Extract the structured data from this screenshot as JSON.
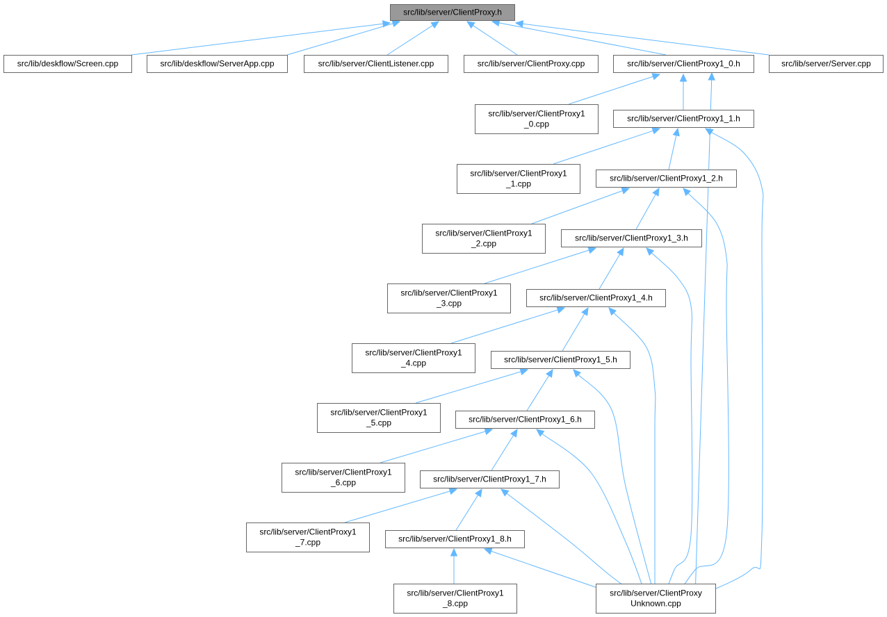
{
  "graph": {
    "nodes": [
      {
        "id": "root",
        "lines": [
          "src/lib/server/ClientProxy.h"
        ]
      },
      {
        "id": "screen_cpp",
        "lines": [
          "src/lib/deskflow/Screen.cpp"
        ]
      },
      {
        "id": "serverapp_cpp",
        "lines": [
          "src/lib/deskflow/ServerApp.cpp"
        ]
      },
      {
        "id": "clientlistener_cpp",
        "lines": [
          "src/lib/server/ClientListener.cpp"
        ]
      },
      {
        "id": "clientproxy_cpp",
        "lines": [
          "src/lib/server/ClientProxy.cpp"
        ]
      },
      {
        "id": "p1_0_h",
        "lines": [
          "src/lib/server/ClientProxy1_0.h"
        ]
      },
      {
        "id": "server_cpp",
        "lines": [
          "src/lib/server/Server.cpp"
        ]
      },
      {
        "id": "p1_0_cpp",
        "lines": [
          "src/lib/server/ClientProxy1",
          "_0.cpp"
        ]
      },
      {
        "id": "p1_1_h",
        "lines": [
          "src/lib/server/ClientProxy1_1.h"
        ]
      },
      {
        "id": "p1_1_cpp",
        "lines": [
          "src/lib/server/ClientProxy1",
          "_1.cpp"
        ]
      },
      {
        "id": "p1_2_h",
        "lines": [
          "src/lib/server/ClientProxy1_2.h"
        ]
      },
      {
        "id": "p1_2_cpp",
        "lines": [
          "src/lib/server/ClientProxy1",
          "_2.cpp"
        ]
      },
      {
        "id": "p1_3_h",
        "lines": [
          "src/lib/server/ClientProxy1_3.h"
        ]
      },
      {
        "id": "p1_3_cpp",
        "lines": [
          "src/lib/server/ClientProxy1",
          "_3.cpp"
        ]
      },
      {
        "id": "p1_4_h",
        "lines": [
          "src/lib/server/ClientProxy1_4.h"
        ]
      },
      {
        "id": "p1_4_cpp",
        "lines": [
          "src/lib/server/ClientProxy1",
          "_4.cpp"
        ]
      },
      {
        "id": "p1_5_h",
        "lines": [
          "src/lib/server/ClientProxy1_5.h"
        ]
      },
      {
        "id": "p1_5_cpp",
        "lines": [
          "src/lib/server/ClientProxy1",
          "_5.cpp"
        ]
      },
      {
        "id": "p1_6_h",
        "lines": [
          "src/lib/server/ClientProxy1_6.h"
        ]
      },
      {
        "id": "p1_6_cpp",
        "lines": [
          "src/lib/server/ClientProxy1",
          "_6.cpp"
        ]
      },
      {
        "id": "p1_7_h",
        "lines": [
          "src/lib/server/ClientProxy1_7.h"
        ]
      },
      {
        "id": "p1_7_cpp",
        "lines": [
          "src/lib/server/ClientProxy1",
          "_7.cpp"
        ]
      },
      {
        "id": "p1_8_h",
        "lines": [
          "src/lib/server/ClientProxy1_8.h"
        ]
      },
      {
        "id": "p1_8_cpp",
        "lines": [
          "src/lib/server/ClientProxy1",
          "_8.cpp"
        ]
      },
      {
        "id": "unknown_cpp",
        "lines": [
          "src/lib/server/ClientProxy",
          "Unknown.cpp"
        ]
      }
    ],
    "edges": [
      {
        "from": "screen_cpp",
        "to": "root"
      },
      {
        "from": "serverapp_cpp",
        "to": "root"
      },
      {
        "from": "clientlistener_cpp",
        "to": "root"
      },
      {
        "from": "clientproxy_cpp",
        "to": "root"
      },
      {
        "from": "p1_0_h",
        "to": "root"
      },
      {
        "from": "server_cpp",
        "to": "root"
      },
      {
        "from": "p1_0_cpp",
        "to": "p1_0_h"
      },
      {
        "from": "p1_1_h",
        "to": "p1_0_h"
      },
      {
        "from": "unknown_cpp",
        "to": "p1_0_h"
      },
      {
        "from": "p1_1_cpp",
        "to": "p1_1_h"
      },
      {
        "from": "p1_2_h",
        "to": "p1_1_h"
      },
      {
        "from": "unknown_cpp",
        "to": "p1_1_h"
      },
      {
        "from": "p1_2_cpp",
        "to": "p1_2_h"
      },
      {
        "from": "p1_3_h",
        "to": "p1_2_h"
      },
      {
        "from": "unknown_cpp",
        "to": "p1_2_h"
      },
      {
        "from": "p1_3_cpp",
        "to": "p1_3_h"
      },
      {
        "from": "p1_4_h",
        "to": "p1_3_h"
      },
      {
        "from": "unknown_cpp",
        "to": "p1_3_h"
      },
      {
        "from": "p1_4_cpp",
        "to": "p1_4_h"
      },
      {
        "from": "p1_5_h",
        "to": "p1_4_h"
      },
      {
        "from": "unknown_cpp",
        "to": "p1_4_h"
      },
      {
        "from": "p1_5_cpp",
        "to": "p1_5_h"
      },
      {
        "from": "p1_6_h",
        "to": "p1_5_h"
      },
      {
        "from": "unknown_cpp",
        "to": "p1_5_h"
      },
      {
        "from": "p1_6_cpp",
        "to": "p1_6_h"
      },
      {
        "from": "p1_7_h",
        "to": "p1_6_h"
      },
      {
        "from": "unknown_cpp",
        "to": "p1_6_h"
      },
      {
        "from": "p1_7_cpp",
        "to": "p1_7_h"
      },
      {
        "from": "p1_8_h",
        "to": "p1_7_h"
      },
      {
        "from": "unknown_cpp",
        "to": "p1_7_h"
      },
      {
        "from": "p1_8_cpp",
        "to": "p1_8_h"
      },
      {
        "from": "unknown_cpp",
        "to": "p1_8_h"
      }
    ],
    "colors": {
      "root_fill": "#999999",
      "node_border": "#666666",
      "edge": "#63b8ff"
    }
  }
}
